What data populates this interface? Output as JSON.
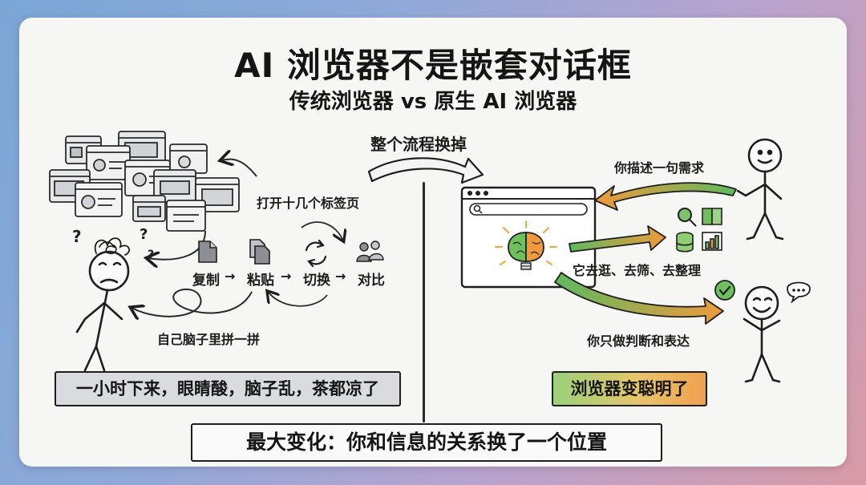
{
  "header": {
    "title": "AI 浏览器不是嵌套对话框",
    "subtitle": "传统浏览器 vs 原生 AI 浏览器"
  },
  "left": {
    "tabs_label": "打开十几个标签页",
    "steps": [
      {
        "label": "复制",
        "icon": "document-icon"
      },
      {
        "label": "粘贴",
        "icon": "copy-icon"
      },
      {
        "label": "切换",
        "icon": "swap-icon"
      },
      {
        "label": "对比",
        "icon": "people-icon"
      }
    ],
    "arrow_glyph": "→",
    "brain_label": "自己脑子里拼一拼",
    "summary": "一小时下来，眼睛酸，脑子乱，茶都凉了"
  },
  "center": {
    "flow_label": "整个流程换掉"
  },
  "right": {
    "request_label": "你描述一句需求",
    "ai_label": "它去逛、去筛、去整理",
    "user_label": "你只做判断和表达",
    "summary": "浏览器变聪明了"
  },
  "footer": {
    "text": "最大变化：你和信息的关系换了一个位置"
  },
  "colors": {
    "green": "#5fb85f",
    "orange": "#ef9a3c",
    "ink": "#1e1e1e",
    "gray_box": "#d9dbdf"
  }
}
